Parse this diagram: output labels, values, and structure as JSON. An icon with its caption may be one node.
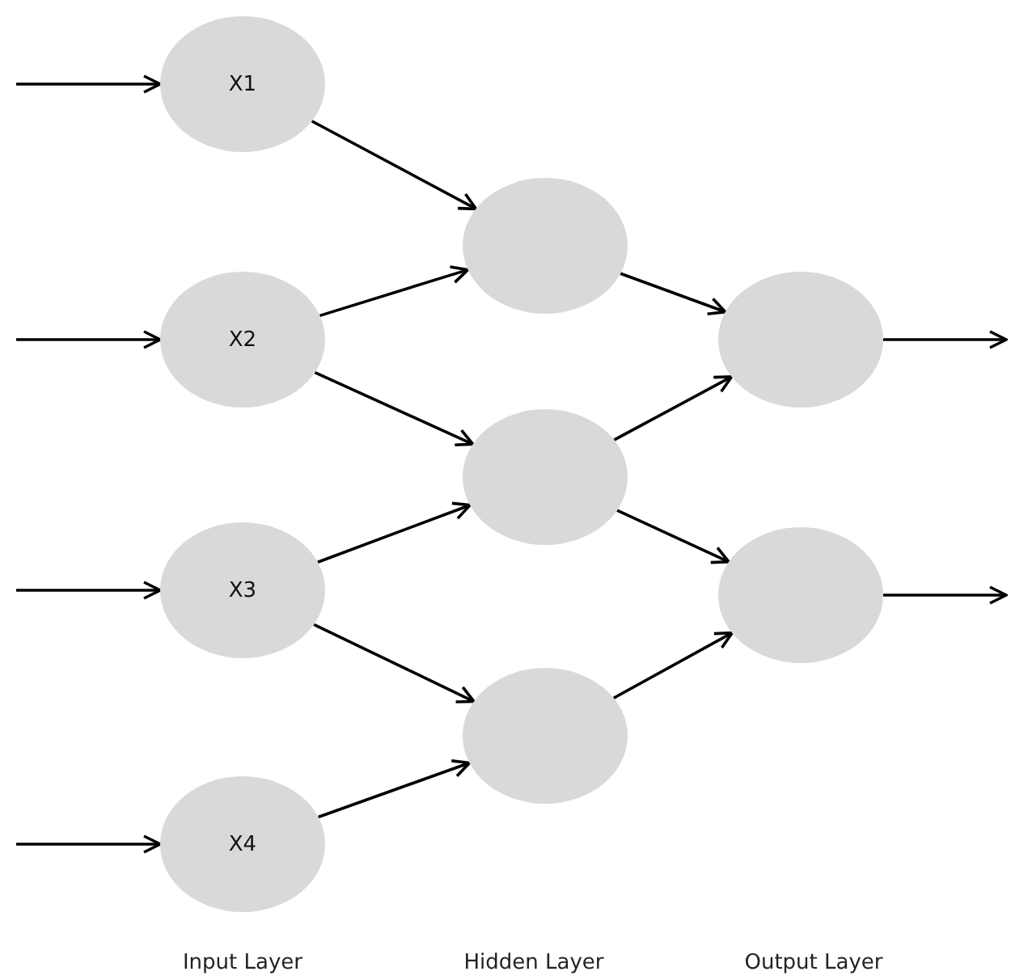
{
  "diagram": {
    "nodes": [
      {
        "text": [
          "X1"
        ]
      },
      {
        "text": [
          "X2"
        ]
      },
      {
        "text": [
          "X3"
        ]
      },
      {
        "text": [
          "X4"
        ]
      },
      {
        "text": [],
        "shape": "circle"
      },
      {
        "text": [],
        "shape": "circle"
      },
      {
        "text": [],
        "shape": "circle"
      },
      {
        "text": [],
        "shape": "circle"
      },
      {
        "text": [],
        "shape": "circle"
      }
    ],
    "edges": [
      {
        "from": null,
        "to": 0,
        "arrow": "to"
      },
      {
        "from": null,
        "to": 1,
        "arrow": "to"
      },
      {
        "from": null,
        "to": 2,
        "arrow": "to"
      },
      {
        "from": null,
        "to": 3,
        "arrow": "to"
      },
      {
        "from": 0,
        "to": 4,
        "arrow": "to"
      },
      {
        "from": 1,
        "to": 4,
        "arrow": "to"
      },
      {
        "from": 1,
        "to": 5,
        "arrow": "to"
      },
      {
        "from": 2,
        "to": 5,
        "arrow": "to"
      },
      {
        "from": 2,
        "to": 6,
        "arrow": "to"
      },
      {
        "from": 3,
        "to": 6,
        "arrow": "to"
      },
      {
        "from": 4,
        "to": 7,
        "arrow": "to"
      },
      {
        "from": 5,
        "to": 7,
        "arrow": "to"
      },
      {
        "from": 5,
        "to": 8,
        "arrow": "to"
      },
      {
        "from": 6,
        "to": 8,
        "arrow": "to"
      },
      {
        "from": 7,
        "to": null,
        "arrow": "to"
      },
      {
        "from": 8,
        "to": null,
        "arrow": "to"
      }
    ],
    "labels": [
      "Input Layer",
      "Hidden Layer",
      "Output Layer"
    ]
  }
}
